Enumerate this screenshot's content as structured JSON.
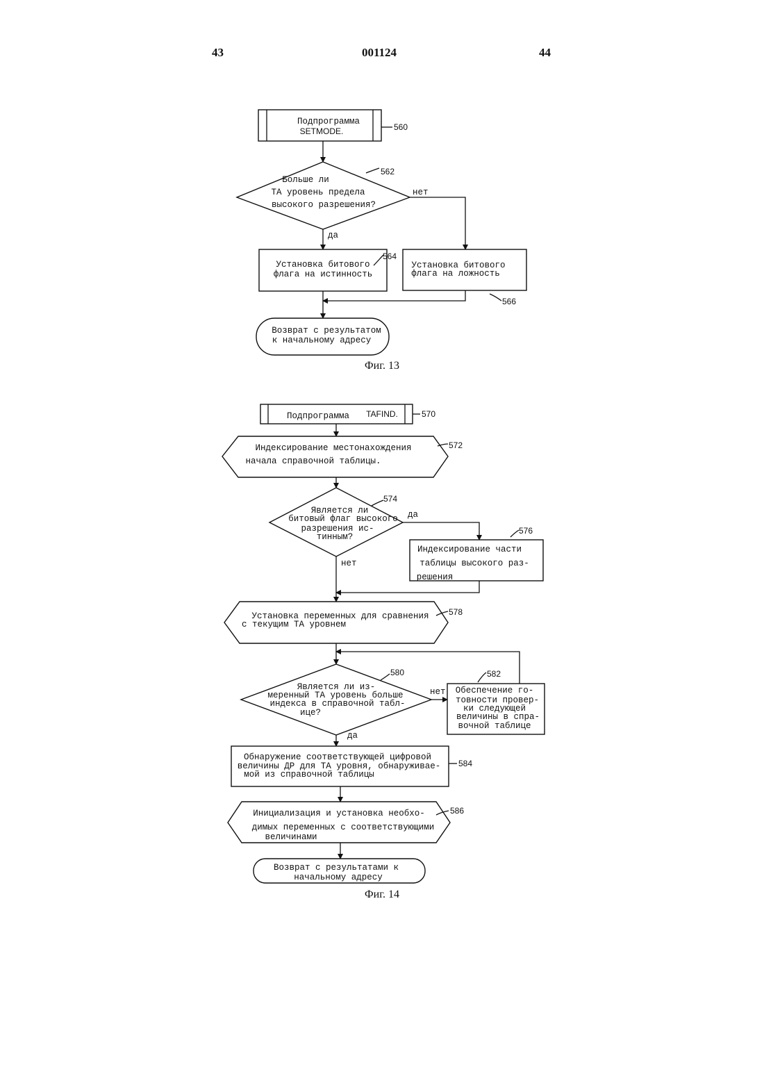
{
  "header": {
    "left_page": "43",
    "doc_number": "001124",
    "right_page": "44"
  },
  "fig13": {
    "n560": {
      "line1": "Подпрограмма",
      "line2": "SETMODE.",
      "ref": "560"
    },
    "n562": {
      "lines": [
        "Больше ли",
        "ТА уровень предела",
        "высокого разрешения?"
      ],
      "ref": "562"
    },
    "label_no": "нет",
    "label_yes": "да",
    "n564": {
      "lines": [
        "Установка битового",
        "флага на истинность"
      ],
      "ref": "564"
    },
    "n566": {
      "lines": [
        "Установка битового",
        "флага на ложность"
      ],
      "ref": "566"
    },
    "ret": {
      "lines": [
        "Возврат с результатом",
        "к начальному адресу"
      ]
    },
    "caption": "Фиг. 13"
  },
  "fig14": {
    "n570": {
      "line1": "Подпрограмма",
      "line2": "TAFIND.",
      "ref": "570"
    },
    "n572": {
      "lines": [
        "Индексирование местонахождения",
        "начала справочной таблицы."
      ],
      "ref": "572"
    },
    "n574": {
      "lines": [
        "Является ли",
        "битовый флаг высокого",
        "разрешения ис-",
        "тинным?"
      ],
      "ref": "574"
    },
    "label_574_yes": "да",
    "label_574_no": "нет",
    "n576": {
      "lines": [
        "Индексирование части",
        "таблицы высокого раз-",
        "решения"
      ],
      "ref": "576"
    },
    "n578": {
      "lines": [
        "Установка переменных для сравнения",
        "с текущим ТА уровнем"
      ],
      "ref": "578"
    },
    "n580": {
      "lines": [
        "Является ли из-",
        "меренный ТА уровень больше",
        "индекса в справочной табл-",
        "ице?"
      ],
      "ref": "580"
    },
    "label_580_no": "нет",
    "label_580_yes": "да",
    "n582": {
      "lines": [
        "Обеспечение го-",
        "товности провер-",
        "ки следующей",
        "величины в спра-",
        "вочной таблице"
      ],
      "ref": "582"
    },
    "n584": {
      "lines": [
        "Обнаружение соответствующей цифровой",
        "величины ДР для ТА уровня, обнаруживае-",
        "мой из справочной таблицы"
      ],
      "ref": "584"
    },
    "n586": {
      "lines": [
        "Инициализация и установка необхо-",
        "димых переменных с соответствующими",
        "величинами"
      ],
      "ref": "586"
    },
    "ret": {
      "lines": [
        "Возврат с результатами к",
        "начальному адресу"
      ]
    },
    "caption": "Фиг. 14"
  }
}
